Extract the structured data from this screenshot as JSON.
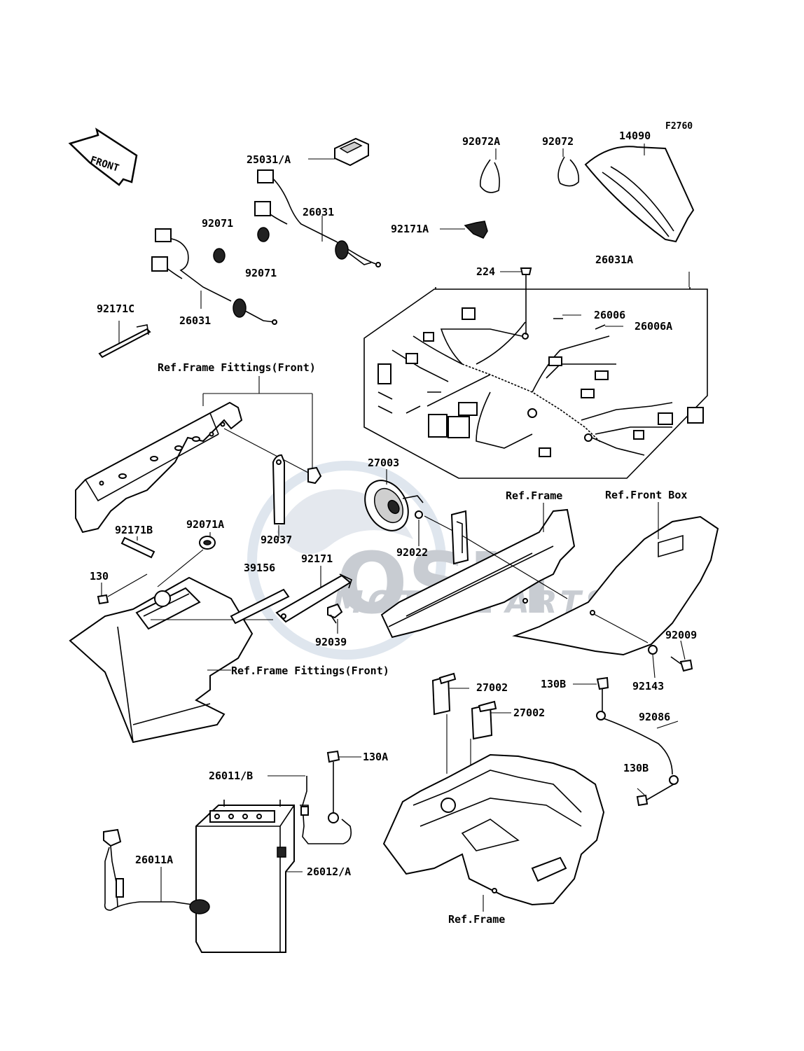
{
  "diagram": {
    "code": "F2760",
    "front_label": "FRONT",
    "watermark": {
      "name": "OSM",
      "sub": "MOTORPARTS"
    },
    "labels": {
      "p25031A": "25031/A",
      "p26031a": "26031",
      "p26031b": "26031",
      "p92071a": "92071",
      "p92071b": "92071",
      "p92171C": "92171C",
      "p92072A": "92072A",
      "p92072": "92072",
      "p14090": "14090",
      "p92171A": "92171A",
      "p224": "224",
      "p26031A": "26031A",
      "p26006": "26006",
      "p26006A": "26006A",
      "refFrameFittingsTop": "Ref.Frame Fittings(Front)",
      "p27003": "27003",
      "p92022": "92022",
      "refFrame1": "Ref.Frame",
      "refFrontBox": "Ref.Front Box",
      "p92171B": "92171B",
      "p92071A": "92071A",
      "p130": "130",
      "p92037": "92037",
      "p39156": "39156",
      "p92171": "92171",
      "p92039": "92039",
      "p92009": "92009",
      "p92143": "92143",
      "refFrameFittingsBottom": "Ref.Frame Fittings(Front)",
      "p27002a": "27002",
      "p27002b": "27002",
      "p130Ba": "130B",
      "p92086": "92086",
      "p130A": "130A",
      "p26011B": "26011/B",
      "p130Bb": "130B",
      "p26011A": "26011A",
      "p26012A": "26012/A",
      "refFrame2": "Ref.Frame"
    }
  }
}
